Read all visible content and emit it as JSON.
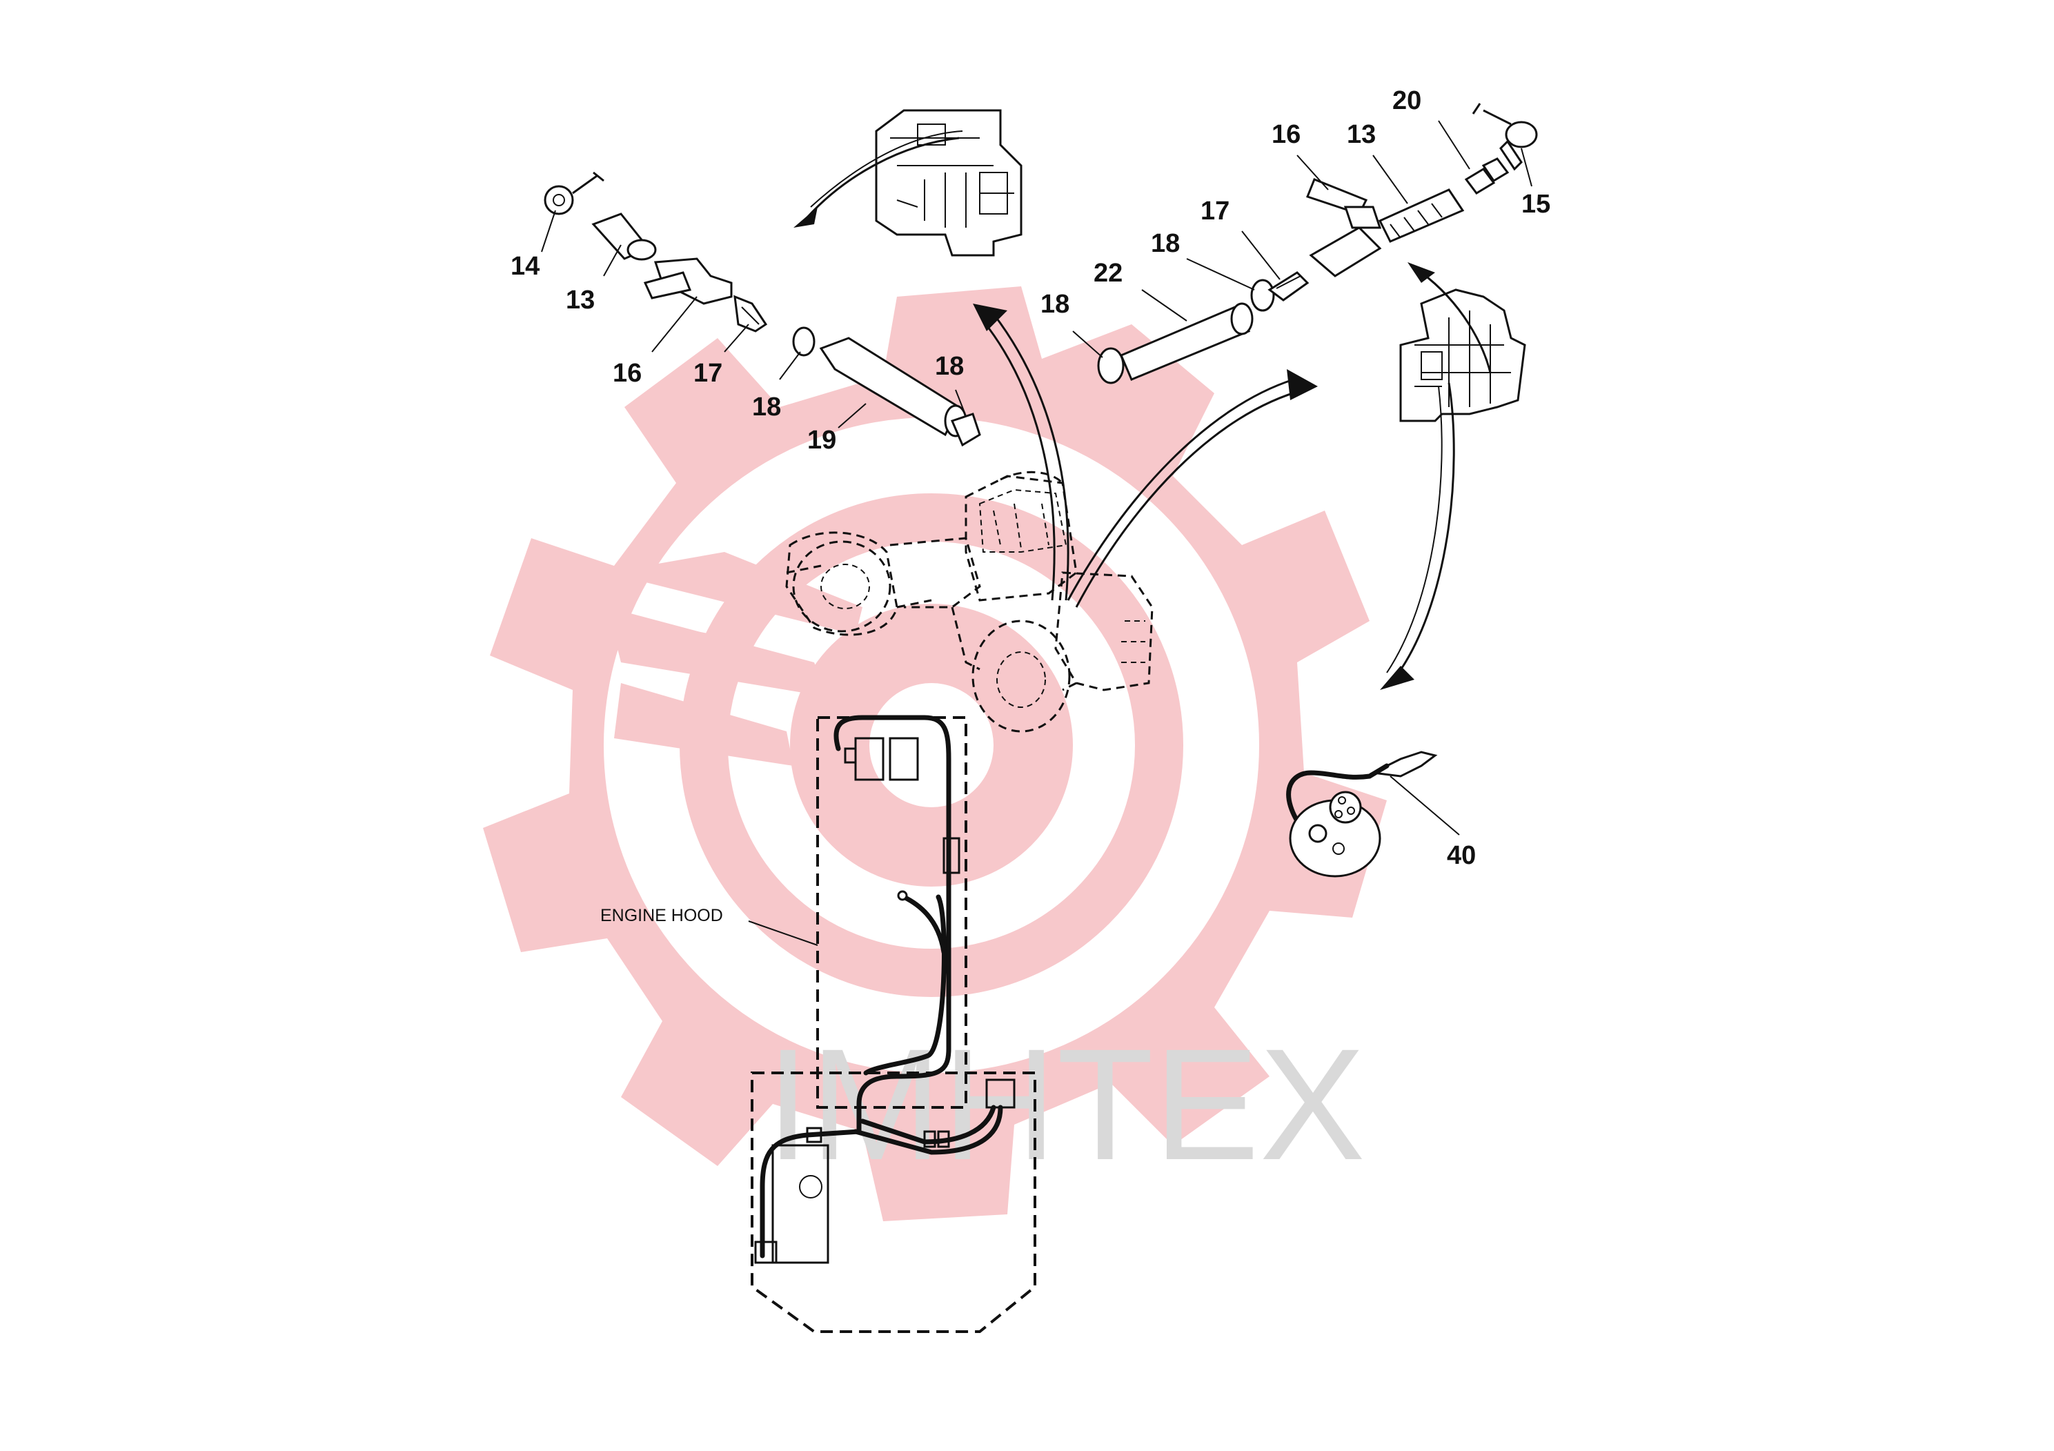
{
  "watermark": {
    "text": "IMHTEX",
    "gear_color": "#f7c8cb",
    "text_color": "#d9d9d9"
  },
  "callouts": {
    "c14": "14",
    "c13a": "13",
    "c16a": "16",
    "c17a": "17",
    "c18a": "18",
    "c19": "19",
    "c18b": "18",
    "c18c": "18",
    "c22": "22",
    "c18d": "18",
    "c17b": "17",
    "c16b": "16",
    "c13b": "13",
    "c20": "20",
    "c15": "15",
    "c40": "40"
  },
  "labels": {
    "engine_hood": "ENGINE HOOD"
  }
}
